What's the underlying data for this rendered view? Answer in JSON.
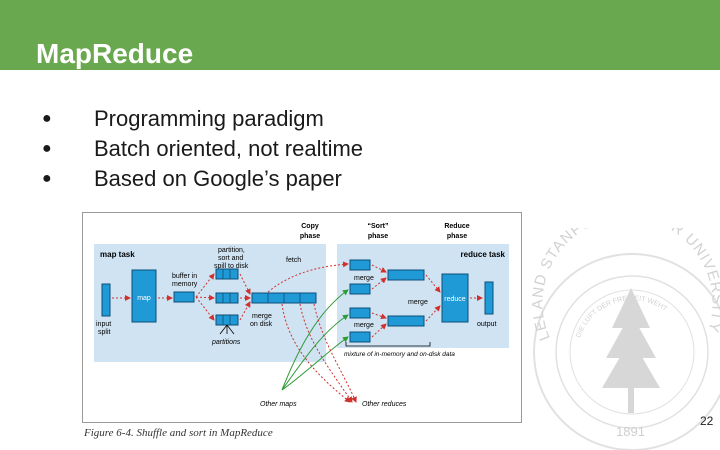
{
  "slide": {
    "title": "MapReduce",
    "bullets": [
      {
        "symbol": "●",
        "text": "Programming paradigm"
      },
      {
        "symbol": "●",
        "text": "Batch oriented, not realtime"
      },
      {
        "symbol": "●",
        "text": "Based on Google’s paper"
      }
    ],
    "page_number": "22"
  },
  "figure": {
    "phase_labels": {
      "copy_1": "Copy",
      "copy_2": "phase",
      "sort_1": "“Sort”",
      "sort_2": "phase",
      "reduce_1": "Reduce",
      "reduce_2": "phase"
    },
    "map_task": "map task",
    "reduce_task": "reduce task",
    "input_split_1": "input",
    "input_split_2": "split",
    "map": "map",
    "buffer_1": "buffer in",
    "buffer_2": "memory",
    "partition_1": "partition,",
    "partition_2": "sort and",
    "partition_3": "spill to disk",
    "fetch": "fetch",
    "merge_on_disk_1": "merge",
    "merge_on_disk_2": "on disk",
    "partitions": "partitions",
    "merge_a": "merge",
    "merge_b": "merge",
    "merge_c": "merge",
    "reduce": "reduce",
    "output": "output",
    "mixture": "mixture of in-memory and on-disk data",
    "other_maps": "Other maps",
    "other_reduces": "Other reduces",
    "caption": "Figure 6-4. Shuffle and sort in MapReduce"
  },
  "colors": {
    "header": "#6aa84f",
    "task_panel": "#cfe3f3",
    "box": "#1f9ad6",
    "red_arrow": "#d0312d",
    "green_arrow": "#2e9b35"
  },
  "seal": {
    "ring_text": "LELAND STANFORD JUNIOR UNIVERSITY",
    "motto": "DIE LUFT DER FREIHEIT WEHT",
    "year": "1891"
  }
}
